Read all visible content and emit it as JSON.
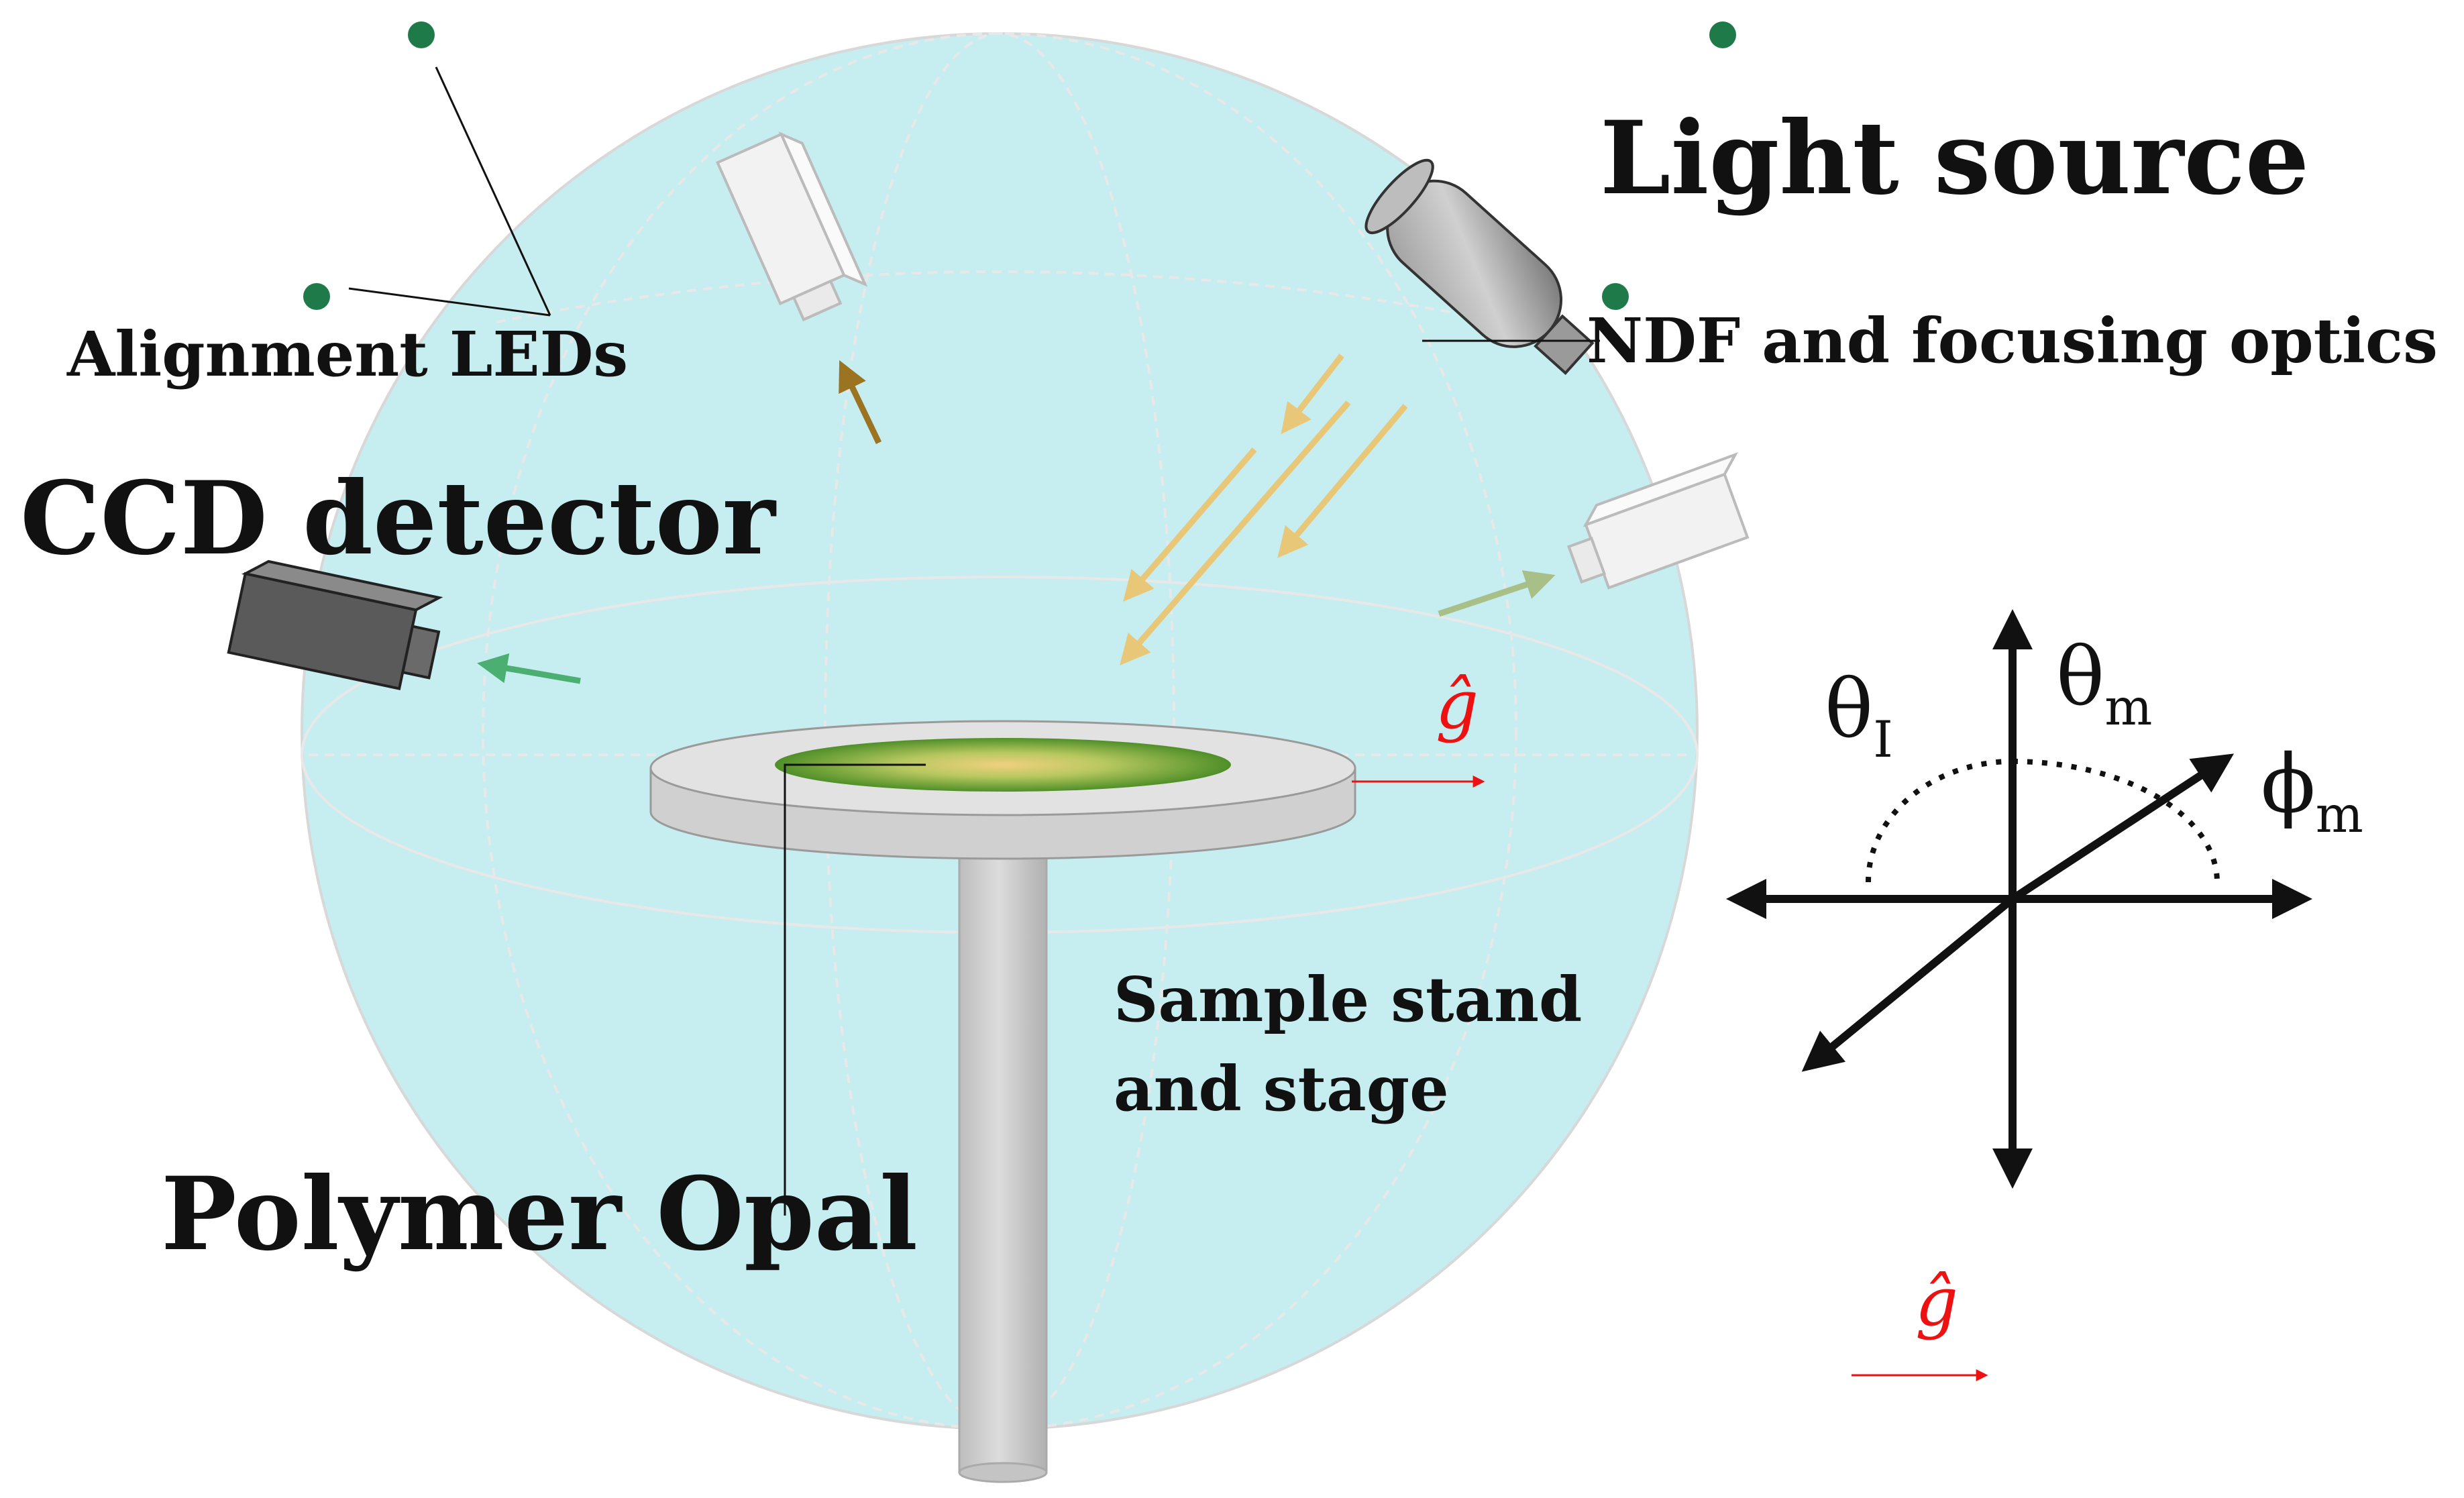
{
  "labels": {
    "light_source": "Light source",
    "ndf_optics": "NDF and focusing optics",
    "alignment_leds": "Alignment LEDs",
    "ccd_detector": "CCD detector",
    "sample_stand_line1": "Sample stand",
    "sample_stand_line2": "and stage",
    "polymer_opal": "Polymer Opal"
  },
  "symbols": {
    "gravity_vector_main": "ĝ",
    "gravity_vector_axes": "ĝ",
    "theta_I": "θ",
    "theta_I_sub": "I",
    "theta_m": "θ",
    "theta_m_sub": "m",
    "phi_m": "ϕ",
    "phi_m_sub": "m"
  },
  "colors": {
    "sphere_fill": "#c6edf0",
    "sphere_outline": "#d8d8d8",
    "led_green": "#1f7a4a",
    "incident_beam": "#e8c878",
    "scattered_beam_green": "#4caf72",
    "scattered_beam_olive": "#a8bf88",
    "scattered_beam_brown": "#9a7420",
    "gravity_red": "#ee1111",
    "stage_grey": "#d4d4d4",
    "opal_green": "#5a9a2c",
    "opal_center": "#e8c060"
  }
}
